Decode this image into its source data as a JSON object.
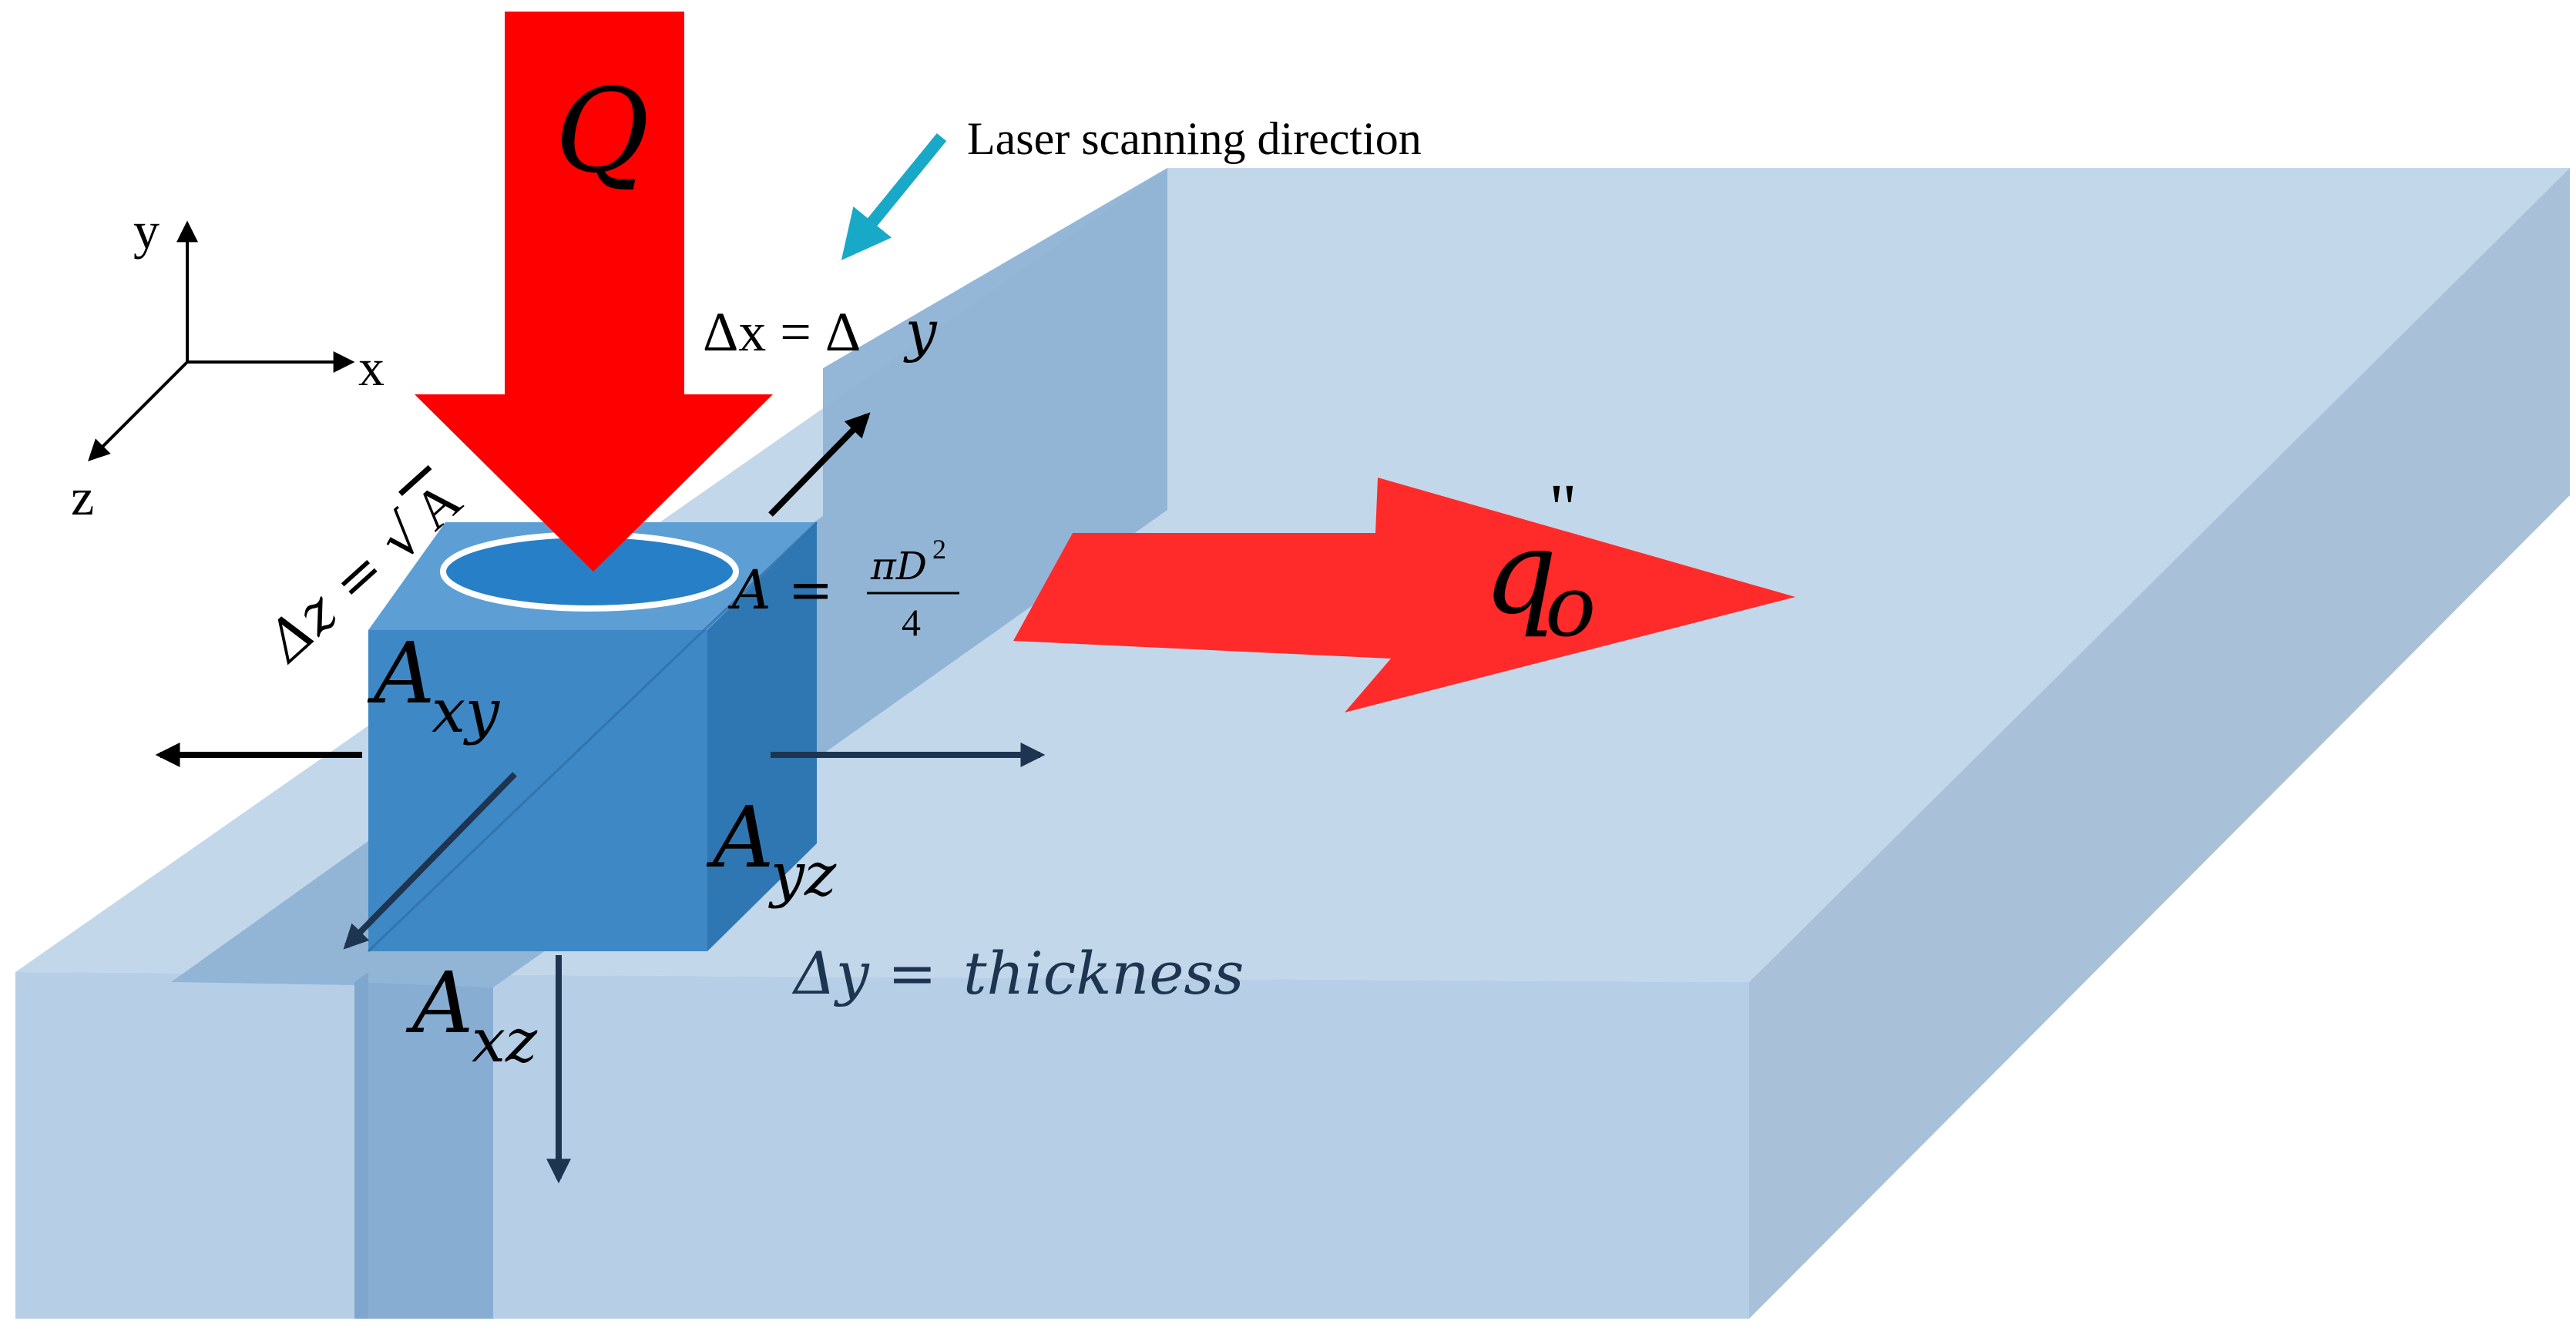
{
  "labels": {
    "heat_input": "Q",
    "heat_flux_q": "q",
    "heat_flux_sub": "o",
    "heat_flux_sup": "\"",
    "scan_direction": "Laser scanning direction",
    "axis_x": "x",
    "axis_y": "y",
    "axis_z": "z",
    "delta_x_eq": "Δx = Δ",
    "delta_x_y": "y",
    "delta_z_eq": "Δz = √",
    "delta_z_A": "A",
    "area_A": "A =",
    "area_num": "πD",
    "area_num_sup": "2",
    "area_den": "4",
    "face_xy_main": "A",
    "face_xy_sub": "xy",
    "face_yz_main": "A",
    "face_yz_sub": "yz",
    "face_xz_main": "A",
    "face_xz_sub": "xz",
    "thickness_eq": "Δy = ",
    "thickness_word": "thickness"
  },
  "colors": {
    "plate_top": "#c3d7ea",
    "plate_front": "#b6cfe7",
    "plate_side": "#a9c1d8",
    "track_top": "#8fb3d5",
    "track_front": "#87add3",
    "cube_front": "#3e88c5",
    "cube_top": "#5d9fd4",
    "cube_side": "#2f77b2",
    "laser_red": "#ff0000",
    "flux_red": "#ff2a2a",
    "spot_fill": "#2780c7",
    "scan_arrow": "#19a9c8",
    "text_dark": "#000000",
    "text_navy": "#1d3550"
  }
}
